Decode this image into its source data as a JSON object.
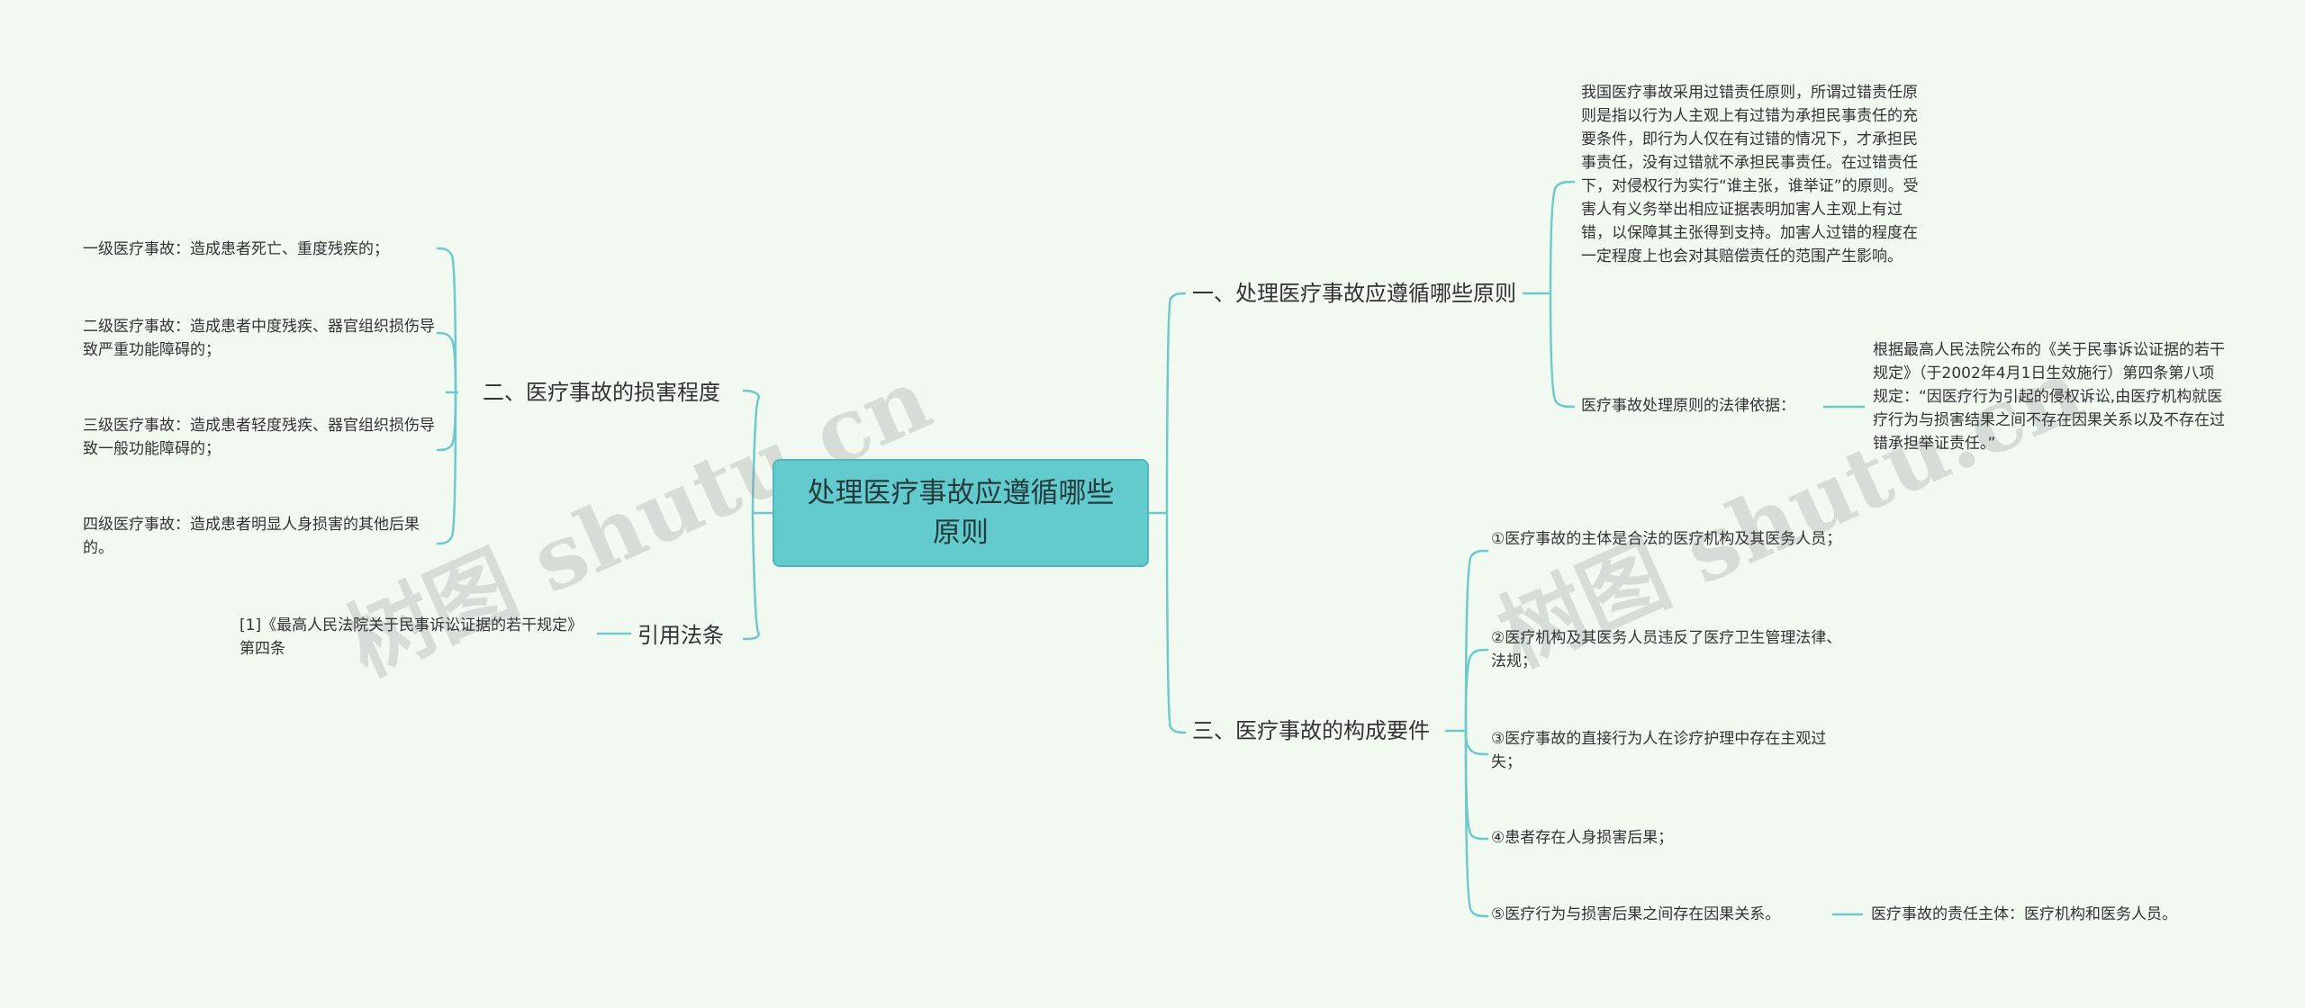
{
  "root": {
    "title": "处理医疗事故应遵循哪些原则"
  },
  "branches": {
    "principle": {
      "label": "一、处理医疗事故应遵循哪些原则",
      "detail": "我国医疗事故采用过错责任原则，所谓过错责任原则是指以行为人主观上有过错为承担民事责任的充要条件，即行为人仅在有过错的情况下，才承担民事责任，没有过错就不承担民事责任。在过错责任下，对侵权行为实行“谁主张，谁举证”的原则。受害人有义务举出相应证据表明加害人主观上有过错，以保障其主张得到支持。加害人过错的程度在一定程度上也会对其赔偿责任的范围产生影响。",
      "basis_label": "医疗事故处理原则的法律依据：",
      "basis_detail": "根据最高人民法院公布的《关于民事诉讼证据的若干规定》（于2002年4月1日生效施行）第四条第八项规定：“因医疗行为引起的侵权诉讼,由医疗机构就医疗行为与损害结果之间不存在因果关系以及不存在过错承担举证责任。”"
    },
    "damage": {
      "label": "二、医疗事故的损害程度",
      "items": [
        "一级医疗事故：造成患者死亡、重度残疾的；",
        "二级医疗事故：造成患者中度残疾、器官组织损伤导致严重功能障碍的；",
        "三级医疗事故：造成患者轻度残疾、器官组织损伤导致一般功能障碍的；",
        "四级医疗事故：造成患者明显人身损害的其他后果的。"
      ]
    },
    "elements": {
      "label": "三、医疗事故的构成要件",
      "items": [
        "①医疗事故的主体是合法的医疗机构及其医务人员；",
        "②医疗机构及其医务人员违反了医疗卫生管理法律、法规；",
        "③医疗事故的直接行为人在诊疗护理中存在主观过失；",
        "④患者存在人身损害后果；",
        "⑤医疗行为与损害后果之间存在因果关系。"
      ],
      "subject_note": "医疗事故的责任主体：医疗机构和医务人员。"
    },
    "citation": {
      "label": "引用法条",
      "items": [
        "[1]《最高人民法院关于民事诉讼证据的若干规定》 第四条"
      ]
    }
  },
  "watermarks": [
    "树图 shutu.cn",
    "树图 shutu.cn"
  ],
  "colors": {
    "line": "#6ec9cc",
    "root_fill": "#63cbce",
    "background": "#f1f9f1"
  }
}
